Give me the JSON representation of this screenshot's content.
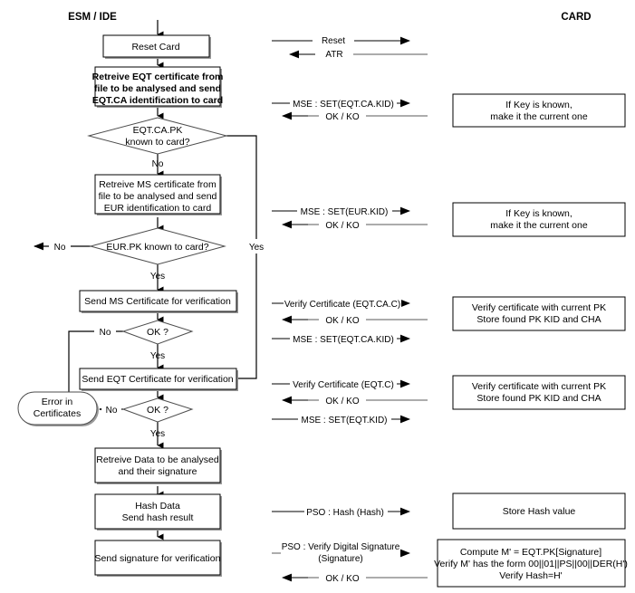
{
  "diagram": {
    "title": "",
    "columns": {
      "left_header": "ESM / IDE",
      "right_header": "CARD"
    },
    "left_flow": {
      "nodes": [
        {
          "id": "reset-card",
          "type": "process",
          "lines": [
            "Reset Card"
          ]
        },
        {
          "id": "retrieve-eqt-cert",
          "type": "process",
          "lines": [
            "Retreive EQT certificate from",
            "file to be analysed and send",
            "EQT.CA identification to card"
          ]
        },
        {
          "id": "eqt-ca-pk-known",
          "type": "decision",
          "lines": [
            "EQT.CA.PK",
            "known to card?"
          ]
        },
        {
          "id": "retrieve-ms-cert",
          "type": "process",
          "lines": [
            "Retreive MS certificate from",
            "file to be analysed and send",
            "EUR identification to card"
          ]
        },
        {
          "id": "eur-pk-known",
          "type": "decision",
          "lines": [
            "EUR.PK known to card?"
          ]
        },
        {
          "id": "send-ms-cert",
          "type": "process",
          "lines": [
            "Send MS Certificate for verification"
          ]
        },
        {
          "id": "ok-1",
          "type": "decision",
          "lines": [
            "OK ?"
          ]
        },
        {
          "id": "send-eqt-cert",
          "type": "process",
          "lines": [
            "Send EQT Certificate for verification"
          ]
        },
        {
          "id": "ok-2",
          "type": "decision",
          "lines": [
            "OK ?"
          ]
        },
        {
          "id": "error-certificates",
          "type": "terminator",
          "lines": [
            "Error in",
            "Certificates"
          ]
        },
        {
          "id": "retrieve-data",
          "type": "process",
          "lines": [
            "Retreive Data to be analysed",
            "and their signature"
          ]
        },
        {
          "id": "hash-data",
          "type": "process",
          "lines": [
            "Hash Data",
            "Send hash result"
          ]
        },
        {
          "id": "send-signature",
          "type": "process",
          "lines": [
            "Send signature for verification"
          ]
        }
      ],
      "branch_labels": {
        "eqt_ca_pk_no": "No",
        "eqt_ca_pk_yes": "Yes",
        "eur_pk_no": "No",
        "eur_pk_yes": "Yes",
        "ok1_no": "No",
        "ok1_yes": "Yes",
        "ok2_no": "No",
        "ok2_yes": "Yes"
      }
    },
    "messages": [
      {
        "id": "msg-reset",
        "label": "Reset",
        "direction": "right"
      },
      {
        "id": "msg-atr",
        "label": "ATR",
        "direction": "left"
      },
      {
        "id": "msg-mse-eqt-ca-kid",
        "label": "MSE : SET(EQT.CA.KID)",
        "direction": "right"
      },
      {
        "id": "msg-okko-1",
        "label": "OK / KO",
        "direction": "left"
      },
      {
        "id": "msg-mse-eur-kid",
        "label": "MSE : SET(EUR.KID)",
        "direction": "right"
      },
      {
        "id": "msg-okko-2",
        "label": "OK / KO",
        "direction": "left"
      },
      {
        "id": "msg-verify-cert-eqt-ca-c",
        "label": "Verify Certificate (EQT.CA.C)",
        "direction": "right"
      },
      {
        "id": "msg-okko-3",
        "label": "OK / KO",
        "direction": "left"
      },
      {
        "id": "msg-mse-set-eqt-ca-kid",
        "label": "MSE : SET(EQT.CA.KID)",
        "direction": "right"
      },
      {
        "id": "msg-verify-cert-eqt-c",
        "label": "Verify Certificate (EQT.C)",
        "direction": "right"
      },
      {
        "id": "msg-okko-4",
        "label": "OK / KO",
        "direction": "left"
      },
      {
        "id": "msg-mse-set-eqt-kid",
        "label": "MSE : SET(EQT.KID)",
        "direction": "right"
      },
      {
        "id": "msg-pso-hash",
        "label": "PSO : Hash (Hash)",
        "direction": "right"
      },
      {
        "id": "msg-pso-verify-sig-l1",
        "label": "PSO : Verify Digital Signature",
        "direction": "right"
      },
      {
        "id": "msg-pso-verify-sig-l2",
        "label": "(Signature)",
        "direction": "none"
      },
      {
        "id": "msg-okko-5",
        "label": "OK / KO",
        "direction": "left"
      }
    ],
    "card_boxes": [
      {
        "id": "card-box-1",
        "lines": [
          "If Key is known,",
          "make it the current one"
        ]
      },
      {
        "id": "card-box-2",
        "lines": [
          "If Key is known,",
          "make it the current one"
        ]
      },
      {
        "id": "card-box-3",
        "lines": [
          "Verify certificate with current PK",
          "Store found PK KID and CHA"
        ]
      },
      {
        "id": "card-box-4",
        "lines": [
          "Verify certificate with current PK",
          "Store found PK KID and CHA"
        ]
      },
      {
        "id": "card-box-5",
        "lines": [
          "Store Hash value"
        ]
      },
      {
        "id": "card-box-6",
        "lines": [
          "Compute M' = EQT.PK[Signature]",
          "Verify M' has the form 00||01||PS||00||DER(H')",
          "Verify Hash=H'"
        ]
      }
    ],
    "colors": {
      "stroke": "#000000",
      "stroke_gray": "#4d4d4d",
      "shadow": "#9a9a9a",
      "background": "#ffffff",
      "text": "#000000"
    }
  }
}
